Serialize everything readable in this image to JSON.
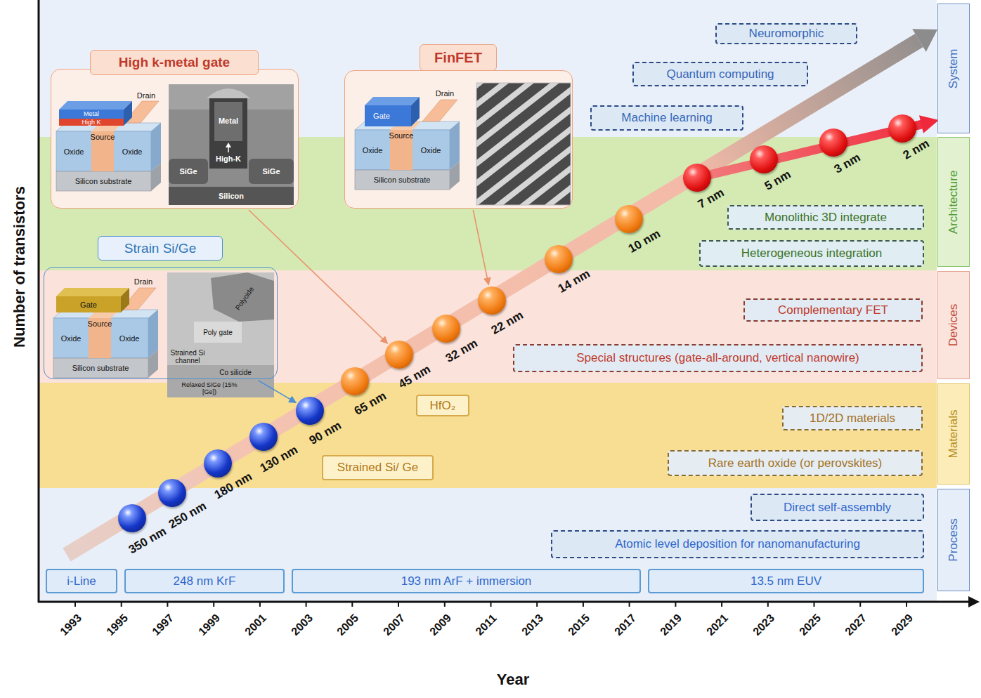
{
  "diagram": {
    "nodes": [
      {
        "text": [
          "High k-metal gate"
        ]
      },
      {
        "text": [
          "FinFET"
        ]
      },
      {
        "text": [
          "Strain Si/Ge"
        ]
      },
      {
        "text": [
          "350 nm"
        ]
      },
      {
        "text": [
          "250 nm"
        ]
      },
      {
        "text": [
          "180 nm"
        ]
      },
      {
        "text": [
          "130 nm"
        ]
      },
      {
        "text": [
          "90 nm"
        ]
      },
      {
        "text": [
          "65 nm"
        ]
      },
      {
        "text": [
          "45 nm"
        ]
      },
      {
        "text": [
          "32 nm"
        ]
      },
      {
        "text": [
          "22 nm"
        ]
      },
      {
        "text": [
          "14 nm"
        ]
      },
      {
        "text": [
          "10 nm"
        ]
      },
      {
        "text": [
          "7 nm"
        ]
      },
      {
        "text": [
          "5 nm"
        ]
      },
      {
        "text": [
          "3 nm"
        ]
      },
      {
        "text": [
          "2 nm"
        ]
      },
      {
        "text": [
          "Neuromorphic"
        ]
      },
      {
        "text": [
          "Quantum computing"
        ]
      },
      {
        "text": [
          "Machine learning"
        ]
      },
      {
        "text": [
          "Monolithic 3D integrate"
        ]
      },
      {
        "text": [
          "Heterogeneous integration"
        ]
      },
      {
        "text": [
          "Complementary FET"
        ]
      },
      {
        "text": [
          "Special structures (gate-all-around, vertical nanowire)"
        ]
      },
      {
        "text": [
          "HfO₂"
        ]
      },
      {
        "text": [
          "Strained Si/ Ge"
        ]
      },
      {
        "text": [
          "1D/2D materials"
        ]
      },
      {
        "text": [
          "Rare earth oxide (or perovskites)"
        ]
      },
      {
        "text": [
          "Direct self-assembly"
        ]
      },
      {
        "text": [
          "Atomic level deposition for nanomanufacturing"
        ]
      },
      {
        "text": [
          "i-Line"
        ]
      },
      {
        "text": [
          "248 nm KrF"
        ]
      },
      {
        "text": [
          "193 nm ArF + immersion"
        ]
      },
      {
        "text": [
          "13.5 nm EUV"
        ]
      },
      {
        "text": [
          "System"
        ]
      },
      {
        "text": [
          "Architecture"
        ]
      },
      {
        "text": [
          "Devices"
        ]
      },
      {
        "text": [
          "Materials"
        ]
      },
      {
        "text": [
          "Process"
        ]
      }
    ],
    "edges": [
      {
        "from": 0,
        "to": 9,
        "arrow": "to"
      },
      {
        "from": 1,
        "to": 11,
        "arrow": "to"
      },
      {
        "from": 2,
        "to": 7,
        "arrow": "to"
      }
    ],
    "labels": [
      "Number of transistors",
      "Year",
      "1993",
      "1995",
      "1997",
      "1999",
      "2001",
      "2003",
      "2005",
      "2007",
      "2009",
      "2011",
      "2013",
      "2015",
      "2017",
      "2019",
      "2021",
      "2023",
      "2025",
      "2027",
      "2029",
      "Drain",
      "Metal",
      "High K",
      "Source",
      "Oxide",
      "Oxide",
      "Silicon substrate",
      "Metal",
      "High-K",
      "SiGe",
      "SiGe",
      "Silicon",
      "Drain",
      "Gate",
      "Source",
      "Oxide",
      "Oxide",
      "Silicon substrate",
      "Drain",
      "Gate",
      "Source",
      "Oxide",
      "Oxide",
      "Silicon substrate",
      "Polycide",
      "Poly gate",
      "Strained Si channel",
      "Co silicide",
      "Relaxed SiGe (15% [Ge])"
    ]
  }
}
